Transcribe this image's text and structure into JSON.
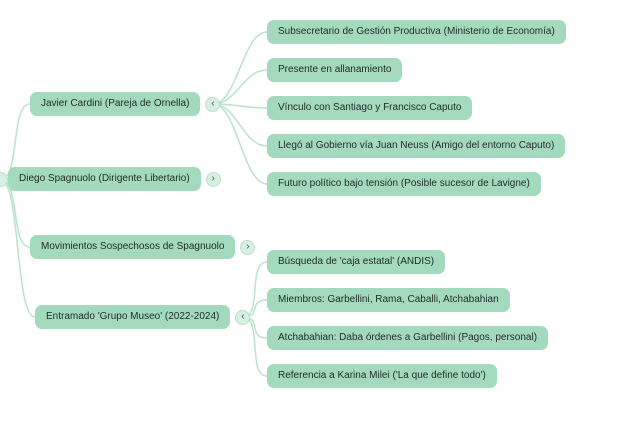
{
  "colors": {
    "canvas_background": "#ffffff",
    "node_background": "#a3dabe",
    "node_text": "#1f2b26",
    "connector": "#b9e3cc",
    "toggle_background": "#d9efe2",
    "toggle_glyph": "#2e5e49"
  },
  "mindmap": {
    "root": {
      "toggle_glyph": "",
      "children": [
        "javier",
        "diego",
        "movimientos",
        "entramado"
      ]
    },
    "nodes": {
      "javier": {
        "label": "Javier Cardini (Pareja de Ornella)",
        "state": "expanded",
        "toggle_glyph": "‹",
        "children": [
          "subsecretario",
          "allanamiento",
          "vinculo",
          "llego",
          "futuro"
        ]
      },
      "diego": {
        "label": "Diego Spagnuolo (Dirigente Libertario)",
        "state": "collapsed",
        "toggle_glyph": "›",
        "children": []
      },
      "movimientos": {
        "label": "Movimientos Sospechosos de Spagnuolo",
        "state": "collapsed",
        "toggle_glyph": "›",
        "children": []
      },
      "entramado": {
        "label": "Entramado 'Grupo Museo' (2022-2024)",
        "state": "expanded",
        "toggle_glyph": "‹",
        "children": [
          "busqueda",
          "miembros",
          "atchabahian",
          "referencia"
        ]
      },
      "subsecretario": {
        "label": "Subsecretario de Gestión Productiva (Ministerio de Economía)"
      },
      "allanamiento": {
        "label": "Presente en allanamiento"
      },
      "vinculo": {
        "label": "Vínculo con Santiago y Francisco Caputo"
      },
      "llego": {
        "label": "Llegó al Gobierno vía Juan Neuss (Amigo del entorno Caputo)"
      },
      "futuro": {
        "label": "Futuro político bajo tensión (Posible sucesor de Lavigne)"
      },
      "busqueda": {
        "label": "Búsqueda de 'caja estatal' (ANDIS)"
      },
      "miembros": {
        "label": "Miembros: Garbellini, Rama, Caballi, Atchabahian"
      },
      "atchabahian": {
        "label": "Atchabahian: Daba órdenes a Garbellini (Pagos, personal)"
      },
      "referencia": {
        "label": "Referencia a Karina Milei ('La que define todo')"
      }
    }
  }
}
